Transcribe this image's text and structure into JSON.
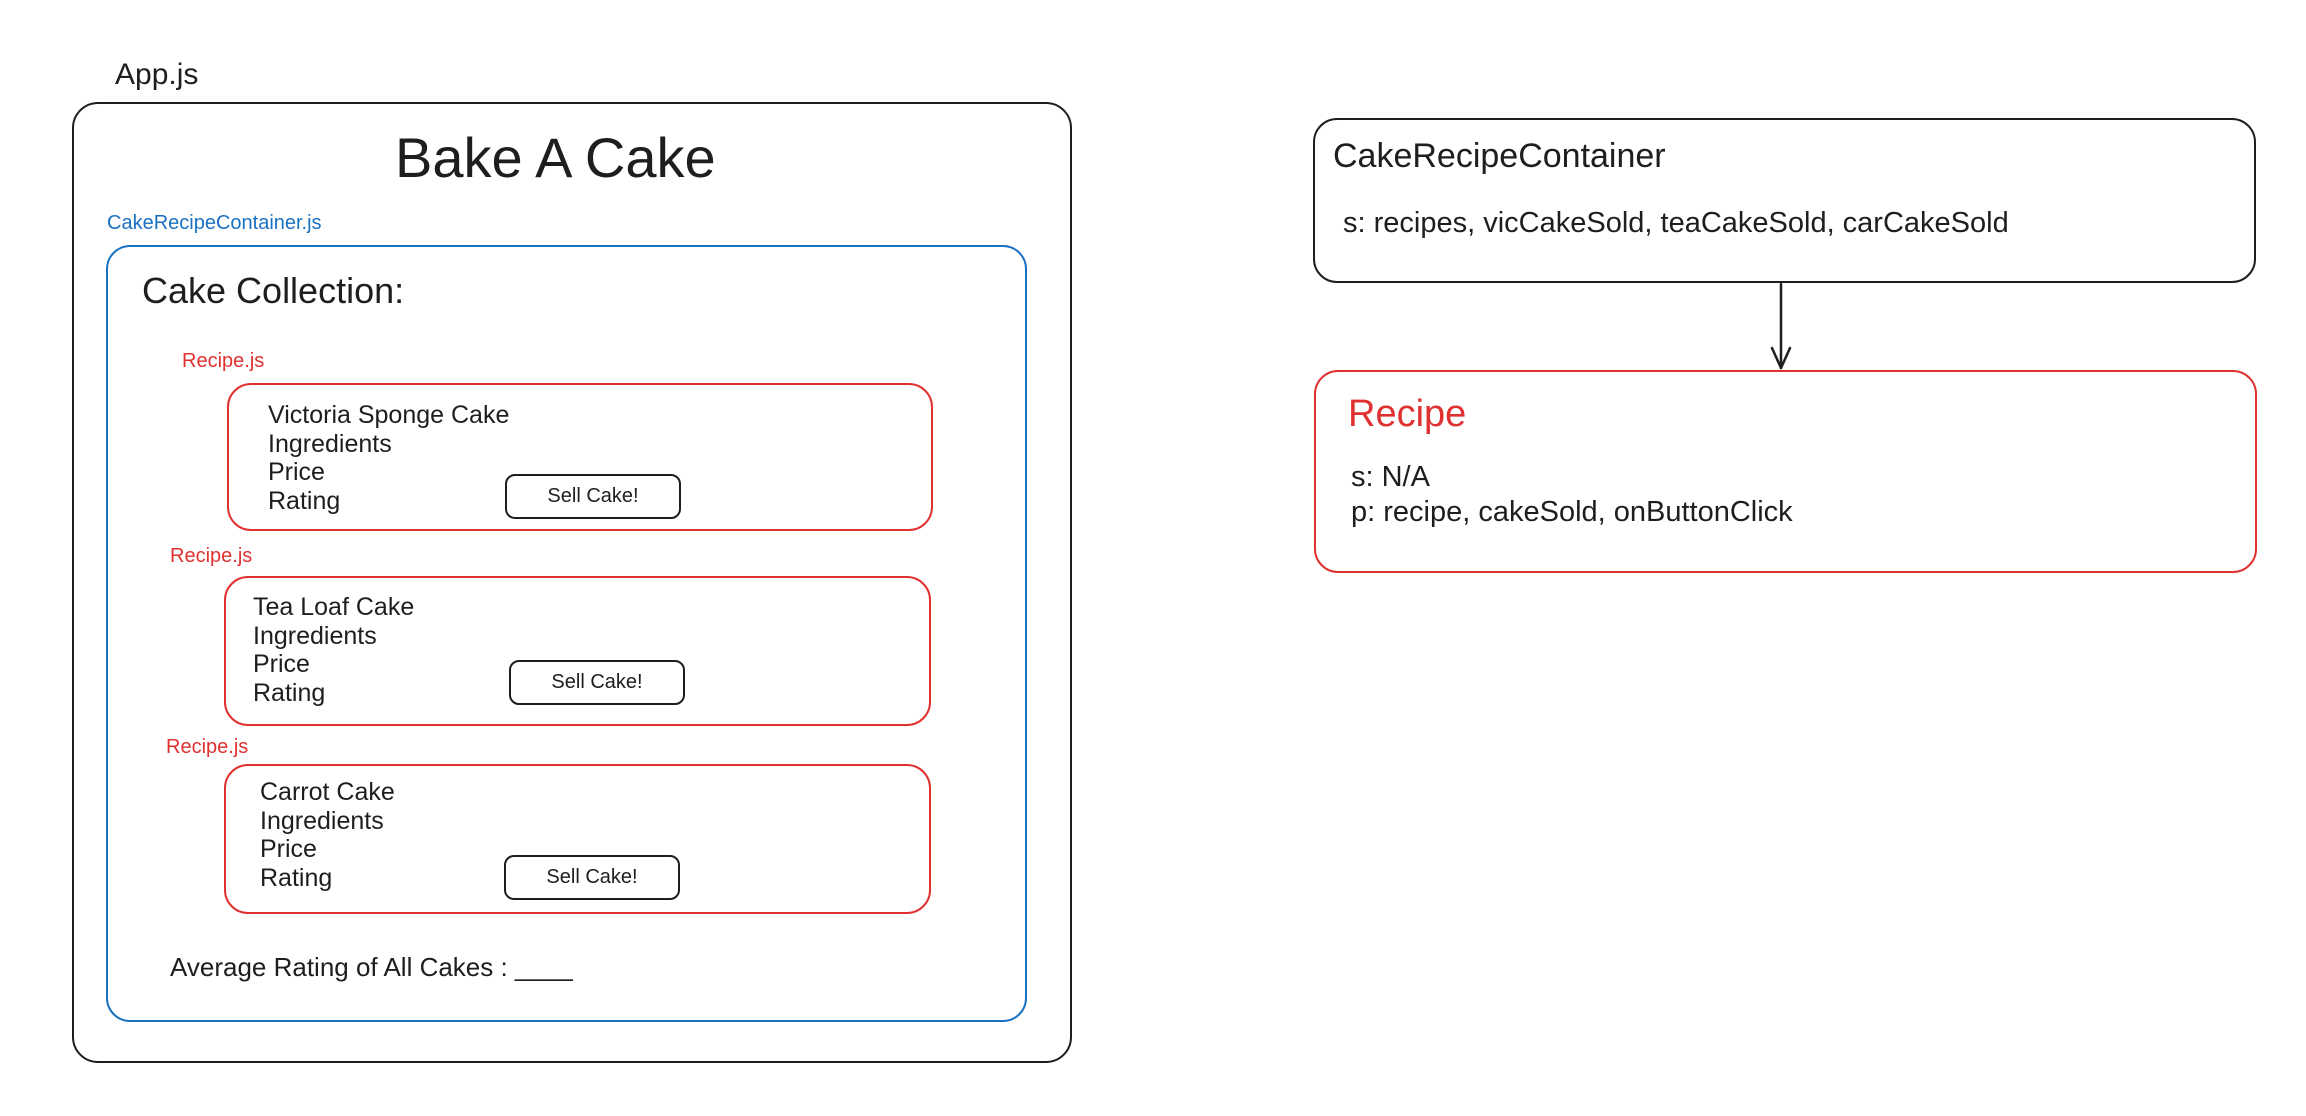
{
  "app": {
    "file_label": "App.js",
    "title": "Bake A Cake"
  },
  "container": {
    "file_label": "CakeRecipeContainer.js",
    "heading": "Cake Collection:",
    "recipes": [
      {
        "file_label": "Recipe.js",
        "name": "Victoria Sponge Cake",
        "ingredients": "Ingredients",
        "price": "Price",
        "rating": "Rating",
        "button": "Sell Cake!"
      },
      {
        "file_label": "Recipe.js",
        "name": "Tea Loaf Cake",
        "ingredients": "Ingredients",
        "price": "Price",
        "rating": "Rating",
        "button": "Sell Cake!"
      },
      {
        "file_label": "Recipe.js",
        "name": "Carrot Cake",
        "ingredients": "Ingredients",
        "price": "Price",
        "rating": "Rating",
        "button": "Sell Cake!"
      }
    ],
    "average": "Average Rating of All Cakes : ____"
  },
  "tree": {
    "container_node": {
      "title": "CakeRecipeContainer",
      "state": "s: recipes, vicCakeSold, teaCakeSold, carCakeSold"
    },
    "recipe_node": {
      "title": "Recipe",
      "state": "s: N/A",
      "props": "p: recipe, cakeSold, onButtonClick"
    }
  },
  "colors": {
    "ink": "#1e1e1e",
    "blue": "#1971c2",
    "red": "#e03131"
  }
}
